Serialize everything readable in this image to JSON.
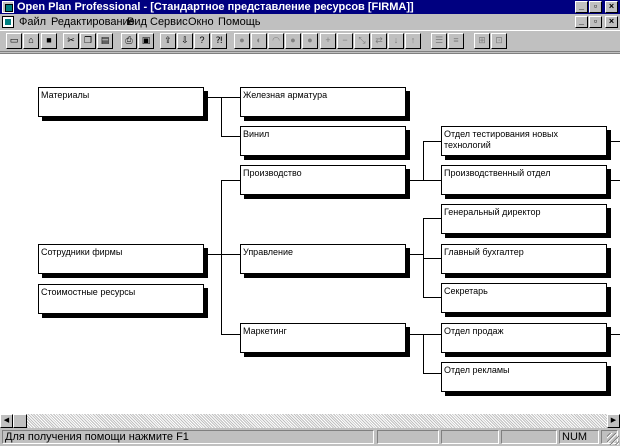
{
  "window": {
    "title": "Open Plan Professional - [Стандартное представление ресурсов [FIRMA]]",
    "controls": {
      "minimize": "_",
      "maximize": "▫",
      "close": "×"
    }
  },
  "menu": {
    "items": [
      "Файл",
      "Редактирование",
      "Вид",
      "Сервис",
      "Окно",
      "Помощь"
    ],
    "mdi_controls": {
      "minimize": "_",
      "restore": "▫",
      "close": "×"
    }
  },
  "toolbar": {
    "buttons": [
      {
        "icon": "new-doc-icon",
        "glyph": "▭"
      },
      {
        "icon": "open-folder-icon",
        "glyph": "⌂"
      },
      {
        "icon": "save-icon",
        "glyph": "■"
      },
      {
        "icon": "cut-icon",
        "glyph": "✂"
      },
      {
        "icon": "copy-icon",
        "glyph": "❐"
      },
      {
        "icon": "paste-icon",
        "glyph": "▤"
      },
      {
        "icon": "print-icon",
        "glyph": "⎙"
      },
      {
        "icon": "print-preview-icon",
        "glyph": "▣"
      },
      {
        "icon": "import-icon",
        "glyph": "⇪"
      },
      {
        "icon": "export-icon",
        "glyph": "⇩"
      },
      {
        "icon": "help-icon",
        "glyph": "?"
      },
      {
        "icon": "context-help-icon",
        "glyph": "⁈"
      },
      {
        "icon": "circle-tool-icon",
        "glyph": "●"
      },
      {
        "icon": "half-circle-tool-icon",
        "glyph": "◐"
      },
      {
        "icon": "arch-tool-icon",
        "glyph": "◠"
      },
      {
        "icon": "circle-tool-2-icon",
        "glyph": "●"
      },
      {
        "icon": "circle-tool-3-icon",
        "glyph": "●"
      },
      {
        "icon": "add-icon",
        "glyph": "+"
      },
      {
        "icon": "remove-icon",
        "glyph": "−"
      },
      {
        "icon": "link-icon",
        "glyph": "⤡"
      },
      {
        "icon": "unlink-icon",
        "glyph": "⇄"
      },
      {
        "icon": "move-down-icon",
        "glyph": "↓"
      },
      {
        "icon": "move-up-icon",
        "glyph": "↑"
      },
      {
        "icon": "filter-icon",
        "glyph": "☰"
      },
      {
        "icon": "sort-icon",
        "glyph": "≡"
      },
      {
        "icon": "zoom-in-icon",
        "glyph": "⊞"
      },
      {
        "icon": "zoom-fit-icon",
        "glyph": "⊡"
      }
    ]
  },
  "chart": {
    "nodes": {
      "materials": "Материалы",
      "rebar": "Железная арматура",
      "vinyl": "Винил",
      "employees": "Сотрудники фирмы",
      "cost_resources": "Стоимостные ресурсы",
      "production": "Производство",
      "management": "Управление",
      "marketing": "Маркетинг",
      "testing_dept": "Отдел тестирования новых технологий",
      "production_dept": "Производственный отдел",
      "general_director": "Генеральный директор",
      "chief_accountant": "Главный бухгалтер",
      "secretary": "Секретарь",
      "sales_dept": "Отдел продаж",
      "advertising_dept": "Отдел рекламы"
    }
  },
  "scrollbar": {
    "left_arrow": "◀",
    "right_arrow": "▶"
  },
  "status": {
    "message": "Для получения помощи нажмите F1",
    "num": "NUM"
  }
}
